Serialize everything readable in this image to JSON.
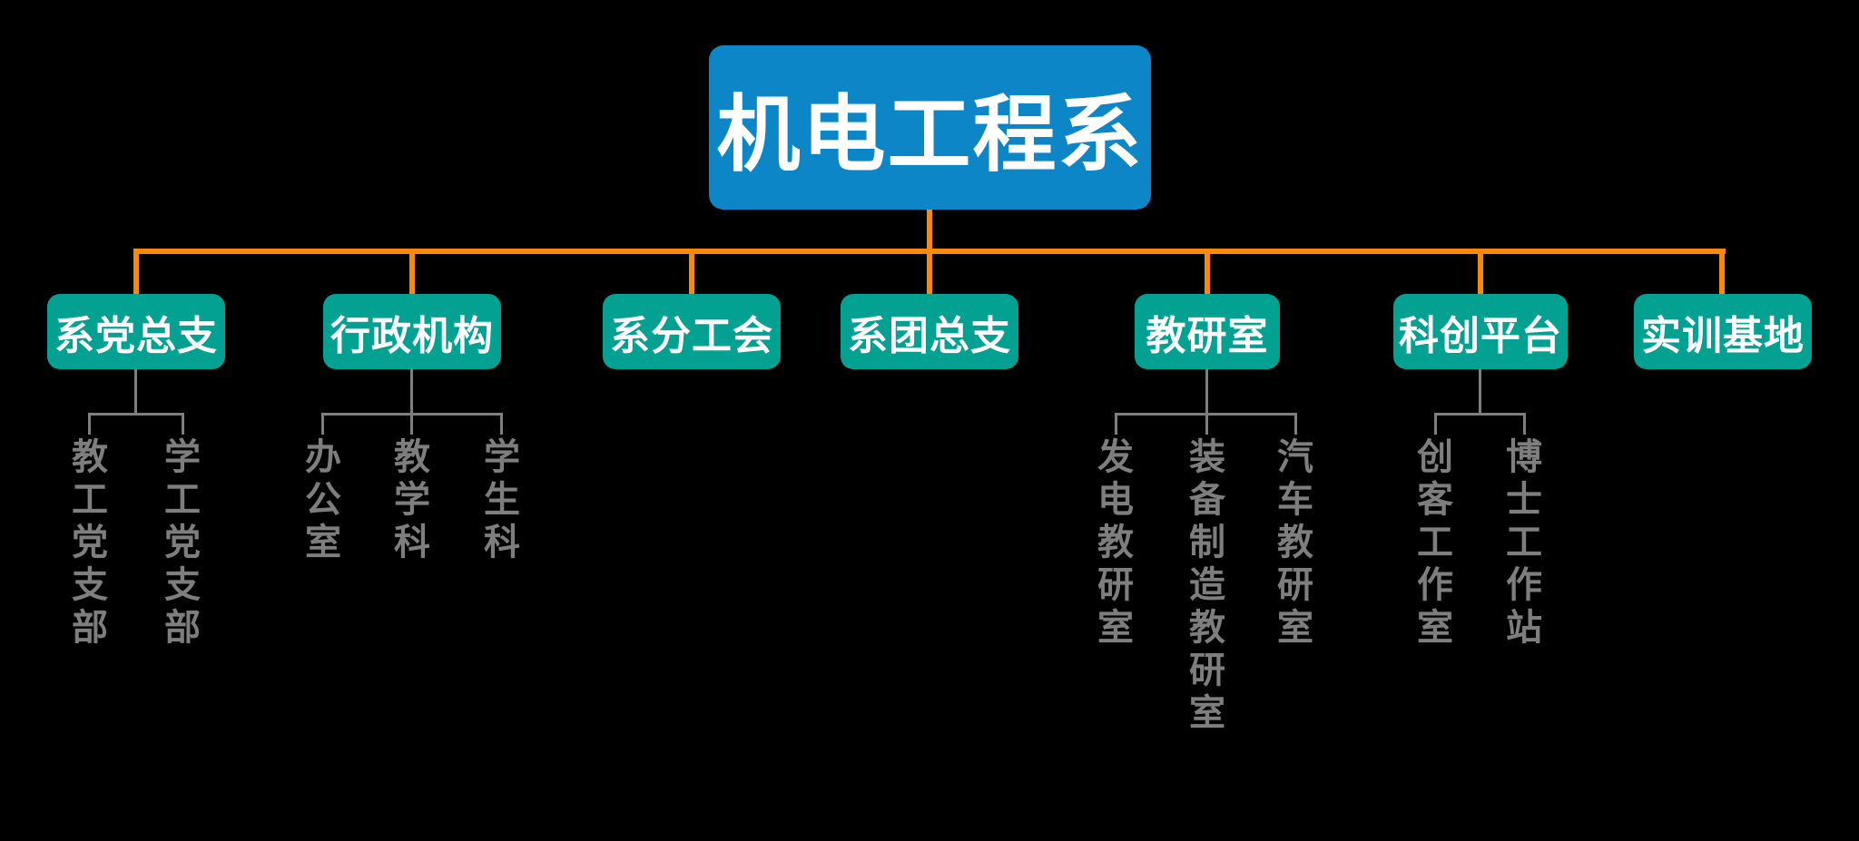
{
  "root": {
    "label": "机电工程系"
  },
  "branches": [
    {
      "label": "系党总支",
      "children": [
        "教工党支部",
        "学工党支部"
      ]
    },
    {
      "label": "行政机构",
      "children": [
        "办公室",
        "教学科",
        "学生科"
      ]
    },
    {
      "label": "系分工会",
      "children": []
    },
    {
      "label": "系团总支",
      "children": []
    },
    {
      "label": "教研室",
      "children": [
        "发电教研室",
        "装备制造教研室",
        "汽车教研室"
      ]
    },
    {
      "label": "科创平台",
      "children": [
        "创客工作室",
        "博士工作站"
      ]
    },
    {
      "label": "实训基地",
      "children": []
    }
  ],
  "colors": {
    "background": "#000000",
    "root_fill": "#0D86C7",
    "branch_fill": "#02A191",
    "connector_primary": "#F8890B",
    "connector_secondary": "#7E7E7E",
    "leaf_text": "#7E7E7E",
    "box_text": "#FFFFFF"
  }
}
